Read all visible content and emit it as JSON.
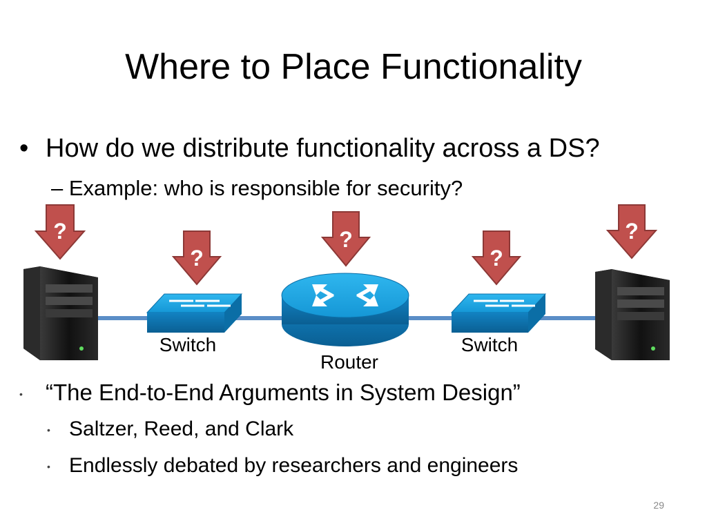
{
  "slide": {
    "title": "Where to Place Functionality",
    "page_number": "29"
  },
  "bullets": {
    "main": {
      "marker": "•",
      "text": "How do we distribute functionality across a DS?",
      "sub": {
        "marker": "–",
        "text": "Example: who is responsible for security?"
      }
    },
    "paper": {
      "marker": "•",
      "text": "“The End-to-End Arguments in System Design”",
      "subs": [
        {
          "marker": "•",
          "text": "Saltzer, Reed, and Clark"
        },
        {
          "marker": "•",
          "text": "Endlessly debated by researchers and engineers"
        }
      ]
    }
  },
  "diagram": {
    "question_marker": "?",
    "labels": {
      "switch_left": "Switch",
      "router": "Router",
      "switch_right": "Switch"
    },
    "icons": [
      "server-icon",
      "switch-icon",
      "router-icon",
      "switch-icon",
      "server-icon",
      "question-arrow-icon"
    ],
    "colors": {
      "link": "#5b8ec7",
      "arrow_fill": "#c0504d",
      "arrow_stroke": "#8c3836",
      "device_blue": "#1ea8e0",
      "device_blue_dark": "#0c6fa8",
      "server_dark": "#1a1a1a"
    }
  }
}
